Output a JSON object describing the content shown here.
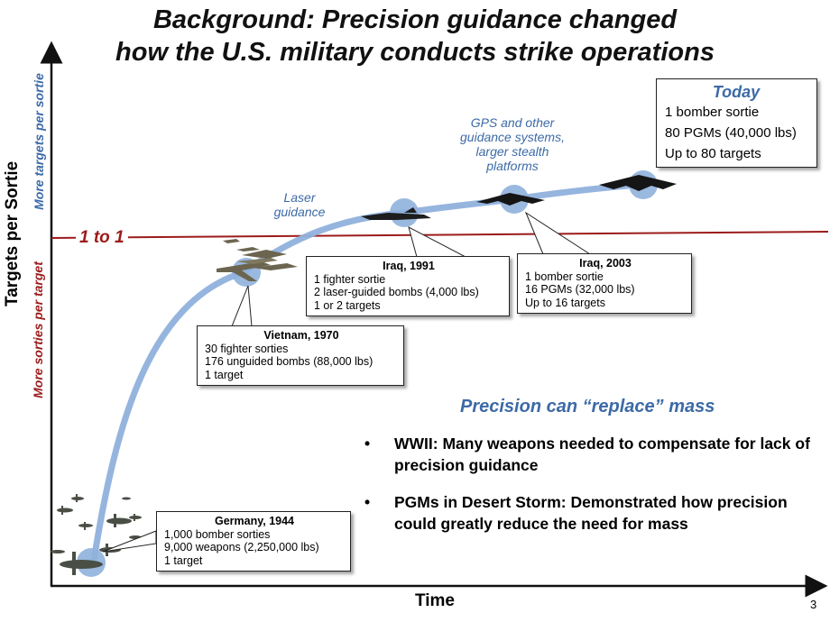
{
  "title": {
    "line1": "Background:  Precision guidance changed",
    "line2": "how the U.S. military conducts strike operations"
  },
  "axes": {
    "y_title": "Targets per Sortie",
    "y_up": "More targets per sortie",
    "y_down": "More sorties per target",
    "x_title": "Time"
  },
  "reference_line": {
    "label": "1 to 1",
    "color": "#9c1b1b"
  },
  "colors": {
    "curve": "#8fb1dc",
    "accent_blue": "#3c6aa6",
    "accent_red": "#9c1b1b"
  },
  "labels": {
    "laser": "Laser guidance",
    "laser_l1": "Laser",
    "laser_l2": "guidance",
    "gps_l1": "GPS and other",
    "gps_l2": "guidance systems,",
    "gps_l3": "larger stealth",
    "gps_l4": "platforms"
  },
  "callouts": {
    "germany": {
      "title": "Germany, 1944",
      "l1": "1,000 bomber sorties",
      "l2": "9,000 weapons (2,250,000 lbs)",
      "l3": "1 target"
    },
    "vietnam": {
      "title": "Vietnam, 1970",
      "l1": "30 fighter sorties",
      "l2": "176 unguided bombs (88,000 lbs)",
      "l3": "1 target"
    },
    "iraq1991": {
      "title": "Iraq, 1991",
      "l1": "1 fighter sortie",
      "l2": "2 laser-guided bombs (4,000 lbs)",
      "l3": "1 or 2 targets"
    },
    "iraq2003": {
      "title": "Iraq, 2003",
      "l1": "1 bomber sortie",
      "l2": "16 PGMs (32,000 lbs)",
      "l3": "Up to 16 targets"
    },
    "today": {
      "title": "Today",
      "l1": "1 bomber sortie",
      "l2": "80 PGMs (40,000 lbs)",
      "l3": "Up to 80 targets"
    }
  },
  "heading": "Precision can “replace” mass",
  "bullets": [
    {
      "marker": "•",
      "text": "WWII:  Many weapons needed to compensate for lack of precision guidance"
    },
    {
      "marker": "•",
      "text": "PGMs in Desert Storm:  Demonstrated how precision could greatly reduce the need for mass"
    }
  ],
  "page_number": "3"
}
